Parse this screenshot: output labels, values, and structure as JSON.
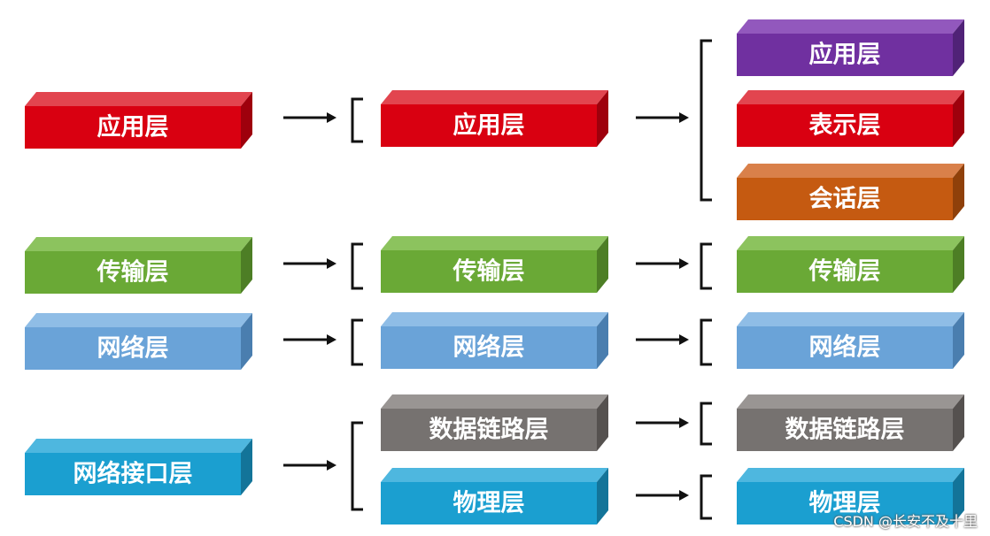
{
  "columns": [
    {
      "blocks": [
        {
          "label": "应用层",
          "color": "#d90011",
          "side": "#9e000c",
          "top": "#e2454f"
        },
        {
          "label": "传输层",
          "color": "#6aa936",
          "side": "#4d7e25",
          "top": "#8cc35e"
        },
        {
          "label": "网络层",
          "color": "#6aa3d8",
          "side": "#4a7eaf",
          "top": "#8fbde6"
        },
        {
          "label": "网络接口层",
          "color": "#1b9fd0",
          "side": "#137499",
          "top": "#4eb7df"
        }
      ]
    },
    {
      "blocks": [
        {
          "label": "应用层",
          "color": "#d90011",
          "side": "#9e000c",
          "top": "#e2454f"
        },
        {
          "label": "传输层",
          "color": "#6aa936",
          "side": "#4d7e25",
          "top": "#8cc35e"
        },
        {
          "label": "网络层",
          "color": "#6aa3d8",
          "side": "#4a7eaf",
          "top": "#8fbde6"
        },
        {
          "label": "数据链路层",
          "color": "#767270",
          "side": "#55514f",
          "top": "#999593"
        },
        {
          "label": "物理层",
          "color": "#1b9fd0",
          "side": "#137499",
          "top": "#4eb7df"
        }
      ]
    },
    {
      "blocks": [
        {
          "label": "应用层",
          "color": "#7030a0",
          "side": "#502277",
          "top": "#9258bd"
        },
        {
          "label": "表示层",
          "color": "#d90011",
          "side": "#9e000c",
          "top": "#e2454f"
        },
        {
          "label": "会话层",
          "color": "#c55a11",
          "side": "#8f400a",
          "top": "#d9804a"
        },
        {
          "label": "传输层",
          "color": "#6aa936",
          "side": "#4d7e25",
          "top": "#8cc35e"
        },
        {
          "label": "网络层",
          "color": "#6aa3d8",
          "side": "#4a7eaf",
          "top": "#8fbde6"
        },
        {
          "label": "数据链路层",
          "color": "#767270",
          "side": "#55514f",
          "top": "#999593"
        },
        {
          "label": "物理层",
          "color": "#1b9fd0",
          "side": "#137499",
          "top": "#4eb7df"
        }
      ]
    }
  ],
  "watermark": "CSDN @长安不及十里"
}
